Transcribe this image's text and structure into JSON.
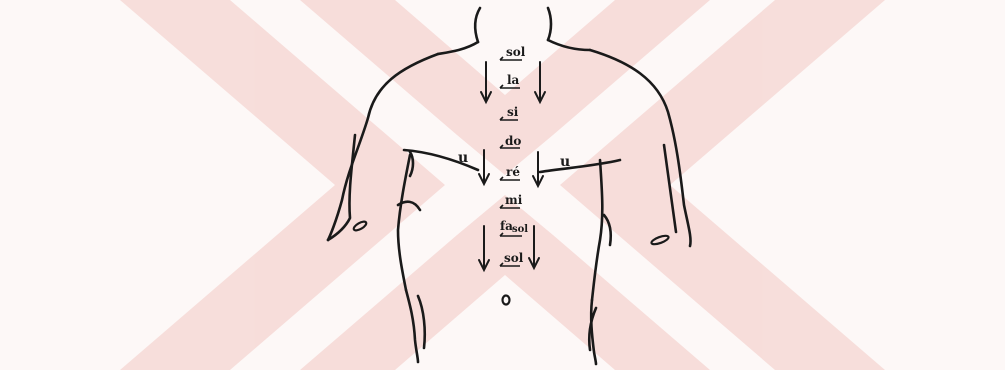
{
  "colors": {
    "watermark": "#f6d9d6",
    "ink": "#1a1a1a",
    "background": "#fdf8f7"
  },
  "notes": {
    "sol_top": "sol",
    "la_top": "la",
    "si": "si",
    "do": "do",
    "re": "ré",
    "mi": "mi",
    "fa": "fa",
    "sol_mid": "sol",
    "sol_bottom": "sol"
  },
  "marks": {
    "left_u": "u",
    "right_u": "u"
  }
}
